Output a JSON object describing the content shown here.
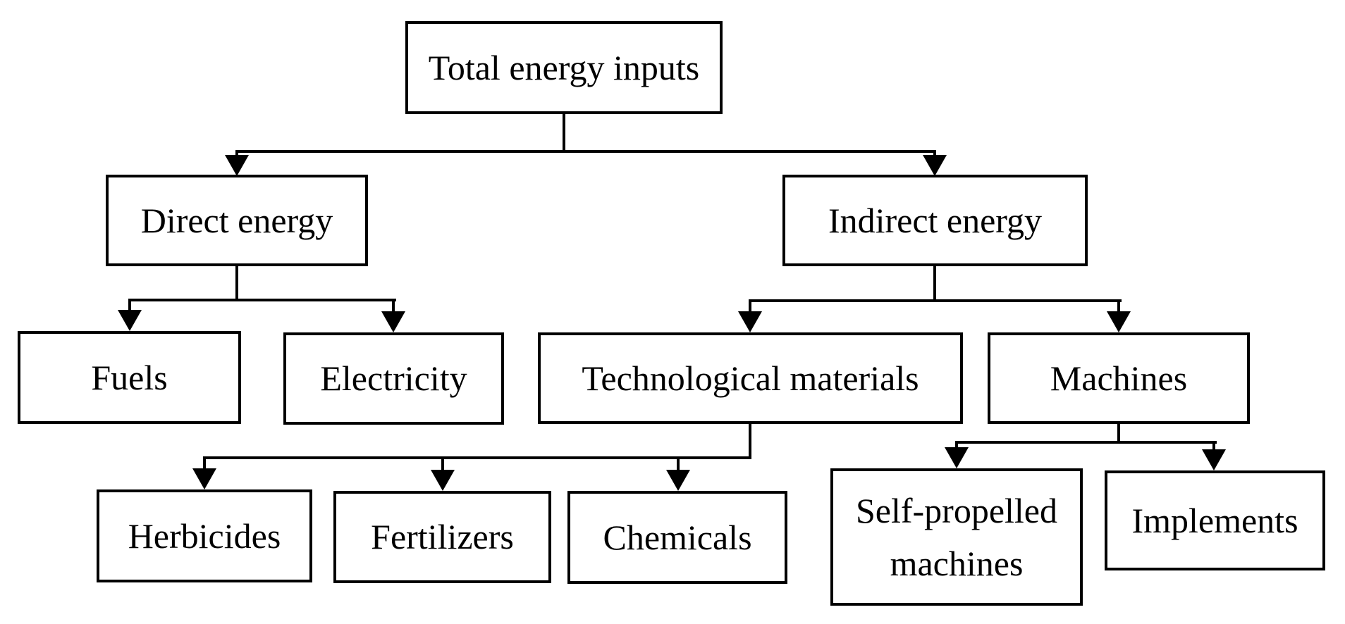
{
  "diagram": {
    "type": "flowchart",
    "description": "Hierarchy of total energy inputs split into direct and indirect energy categories",
    "nodes": {
      "total": {
        "label": "Total energy inputs"
      },
      "direct": {
        "label": "Direct energy"
      },
      "indirect": {
        "label": "Indirect energy"
      },
      "fuels": {
        "label": "Fuels"
      },
      "electricity": {
        "label": "Electricity"
      },
      "tech_materials": {
        "label": "Technological materials"
      },
      "machines": {
        "label": "Machines"
      },
      "herbicides": {
        "label": "Herbicides"
      },
      "fertilizers": {
        "label": "Fertilizers"
      },
      "chemicals": {
        "label": "Chemicals"
      },
      "self_propelled": {
        "label": "Self-propelled machines"
      },
      "implements": {
        "label": "Implements"
      }
    },
    "edges": [
      {
        "from": "Total energy inputs",
        "to": "Direct energy"
      },
      {
        "from": "Total energy inputs",
        "to": "Indirect energy"
      },
      {
        "from": "Direct energy",
        "to": "Fuels"
      },
      {
        "from": "Direct energy",
        "to": "Electricity"
      },
      {
        "from": "Indirect energy",
        "to": "Technological materials"
      },
      {
        "from": "Indirect energy",
        "to": "Machines"
      },
      {
        "from": "Technological materials",
        "to": "Herbicides"
      },
      {
        "from": "Technological materials",
        "to": "Fertilizers"
      },
      {
        "from": "Technological materials",
        "to": "Chemicals"
      },
      {
        "from": "Machines",
        "to": "Self-propelled machines"
      },
      {
        "from": "Machines",
        "to": "Implements"
      }
    ],
    "colors": {
      "background": "#ffffff",
      "box_fill": "#ffffff",
      "box_border": "#000000",
      "line": "#000000",
      "text": "#000000"
    }
  }
}
